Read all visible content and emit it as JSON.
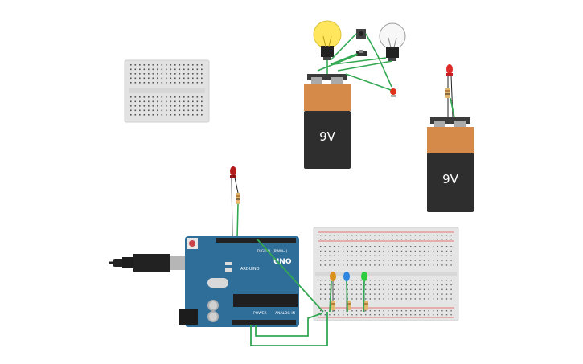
{
  "app": {
    "title": ""
  },
  "components": {
    "battery_top": {
      "voltage_label": "9V"
    },
    "battery_right": {
      "voltage_label": "9V"
    },
    "arduino": {
      "brand_label": "ARDUINO",
      "model_label": "UNO",
      "digital_label": "DIGITAL (PWM~)",
      "power_label": "POWER",
      "analog_label": "ANALOG IN"
    },
    "leds": [
      {
        "name": "led-red-top",
        "color": "#e02b2b"
      },
      {
        "name": "led-red-arduino",
        "color": "#b51b1b"
      },
      {
        "name": "led-orange-breadboard",
        "color": "#d8921c"
      },
      {
        "name": "led-blue-breadboard",
        "color": "#2e86de"
      },
      {
        "name": "led-green-breadboard",
        "color": "#2ecc40"
      }
    ],
    "bulbs": [
      {
        "name": "bulb-lit",
        "color": "#ffe65c"
      },
      {
        "name": "bulb-off",
        "color": "#f2f2f2"
      }
    ]
  },
  "colors": {
    "wire": "#33a852",
    "wire_dark": "#222222",
    "battery_body": "#2e2e2e",
    "battery_cap": "#d58a4a",
    "arduino_board": "#2f6e99",
    "breadboard": "#e5e5e5"
  }
}
